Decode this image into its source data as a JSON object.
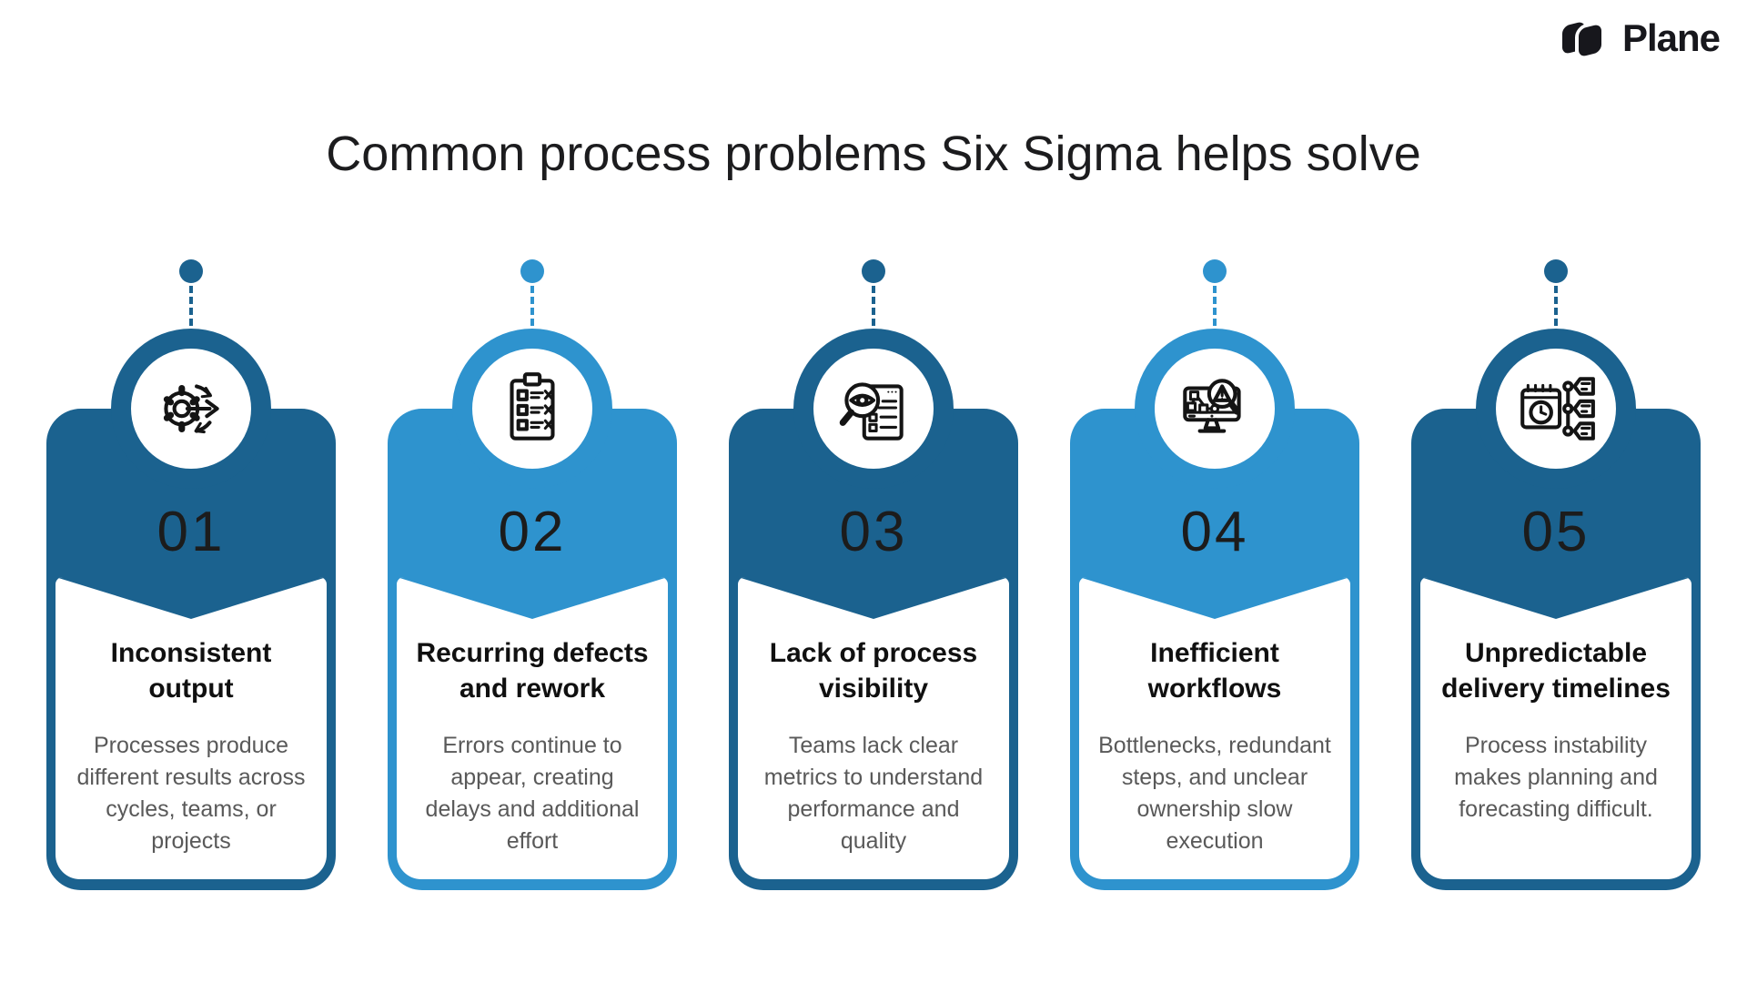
{
  "page": {
    "title": "Common process problems Six Sigma helps solve",
    "background": "#ffffff"
  },
  "brand": {
    "name": "Plane",
    "logo_icon": "plane-logo-mark",
    "color": "#17171c"
  },
  "theme": {
    "dark_blue": "#1B628F",
    "light_blue": "#2E93CE",
    "number_color": "#1c1c1c",
    "card_title_color": "#101010",
    "card_desc_color": "#595959",
    "alternating_pattern": [
      "dark",
      "light",
      "dark",
      "light",
      "dark"
    ]
  },
  "cards": [
    {
      "number": "01",
      "icon": "gear-sync-arrows-icon",
      "theme": "dark",
      "title": "Inconsistent output",
      "description": "Processes produce different results across cycles, teams, or projects"
    },
    {
      "number": "02",
      "icon": "clipboard-defects-icon",
      "theme": "light",
      "title": "Recurring defects and rework",
      "description": "Errors continue to appear, creating delays and additional effort"
    },
    {
      "number": "03",
      "icon": "magnifier-eye-document-icon",
      "theme": "dark",
      "title": "Lack of process visibility",
      "description": "Teams lack clear metrics to understand performance and quality"
    },
    {
      "number": "04",
      "icon": "monitor-workflow-warning-icon",
      "theme": "light",
      "title": "Inefficient workflows",
      "description": "Bottlenecks, redundant steps, and unclear ownership slow execution"
    },
    {
      "number": "05",
      "icon": "calendar-timeline-icon",
      "theme": "dark",
      "title": "Unpredictable delivery timelines",
      "description": "Process instability makes planning and forecasting difficult."
    }
  ]
}
